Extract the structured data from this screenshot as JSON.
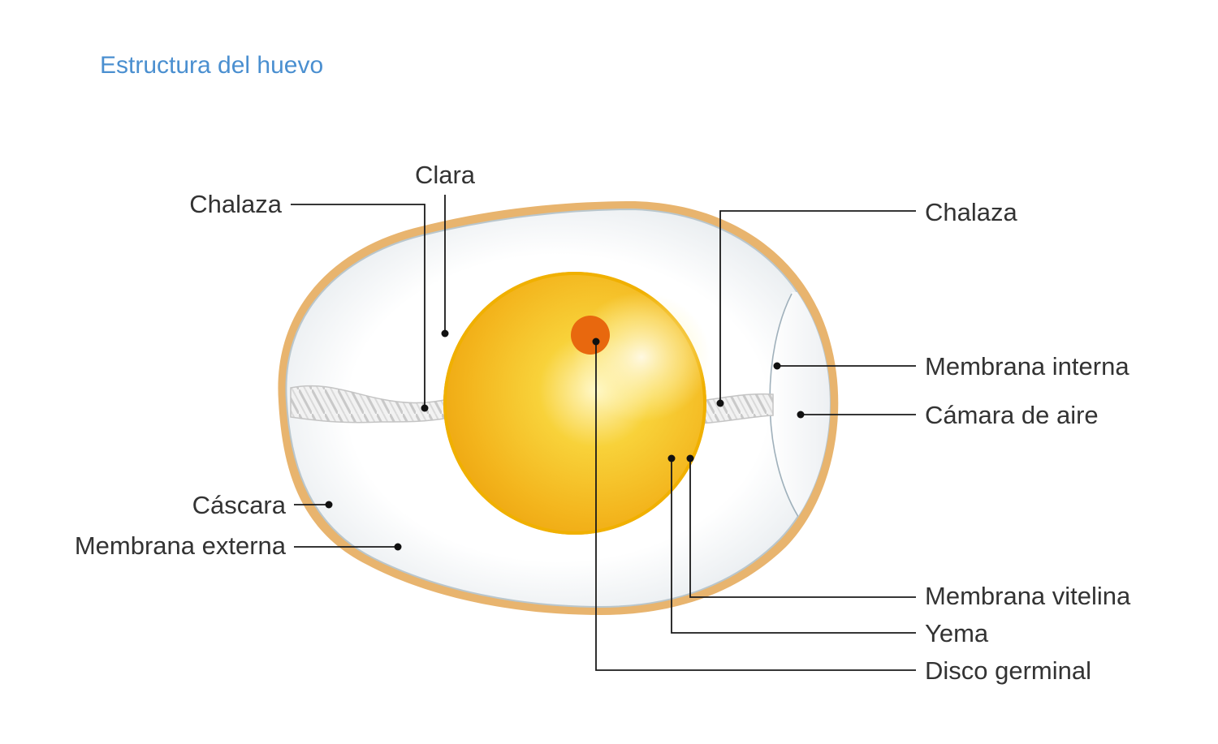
{
  "title": "Estructura del huevo",
  "colors": {
    "title": "#4a8fd0",
    "shell": "#e8b46e",
    "albumen": "#ffffff",
    "yolk": "#f2b31a",
    "germinal_disc": "#e8680e",
    "leader_lines": "#1a1a1a",
    "label_text": "#333333"
  },
  "labels": {
    "chalaza_left": "Chalaza",
    "clara": "Clara",
    "chalaza_right": "Chalaza",
    "membrana_interna": "Membrana interna",
    "camara_de_aire": "Cámara de aire",
    "cascara": "Cáscara",
    "membrana_externa": "Membrana externa",
    "membrana_vitelina": "Membrana vitelina",
    "yema": "Yema",
    "disco_germinal": "Disco germinal"
  }
}
